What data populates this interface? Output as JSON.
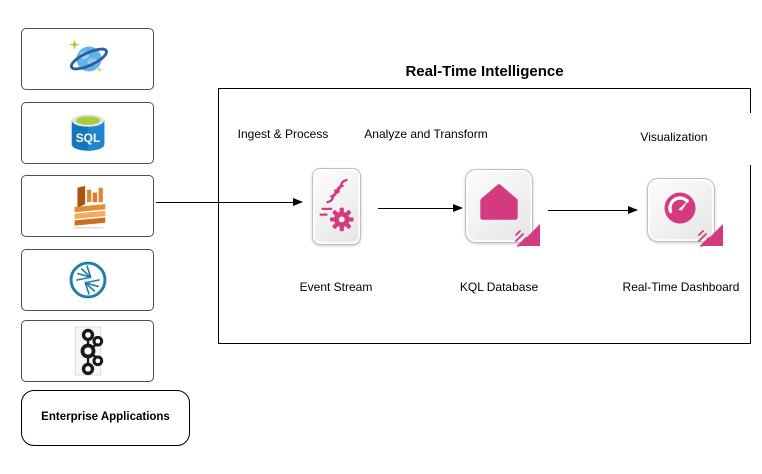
{
  "diagram": {
    "title": "Real-Time Intelligence",
    "sources": {
      "footer_label": "Enterprise Applications",
      "items": [
        {
          "icon": "cosmos-db-icon"
        },
        {
          "icon": "sql-database-icon",
          "text": "SQL"
        },
        {
          "icon": "aws-data-stream-icon"
        },
        {
          "icon": "confluent-icon"
        },
        {
          "icon": "kafka-icon"
        }
      ]
    },
    "stages": [
      {
        "phase_label": "Ingest & Process",
        "item_label": "Event Stream",
        "icon": "eventstream-icon"
      },
      {
        "phase_label": "Analyze and Transform",
        "item_label": "KQL Database",
        "icon": "kql-database-icon"
      },
      {
        "phase_label": "Visualization",
        "item_label": "Real-Time Dashboard",
        "icon": "realtime-dashboard-icon"
      }
    ]
  },
  "colors": {
    "accent_pink": "#d43a80",
    "line_black": "#000000",
    "azure_blue": "#1377bd",
    "planet_blue": "#62b4e5",
    "ring_blue": "#2e5da6",
    "sparkle_green": "#9fd233",
    "aws_orange": "#e0862f",
    "confluent_blue": "#1d7fb0",
    "kafka_black": "#191919"
  }
}
